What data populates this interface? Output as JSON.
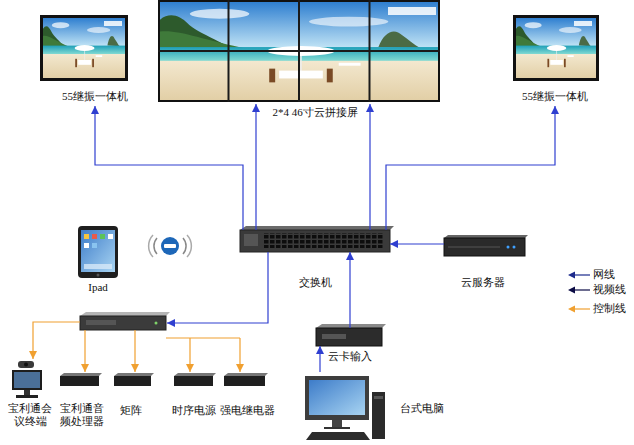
{
  "diagram": {
    "nodes": [
      {
        "text": [
          "55继振一体机"
        ]
      },
      {
        "text": [
          "2*4 46寸云拼接屏"
        ]
      },
      {
        "text": [
          "55继振一体机"
        ]
      },
      {
        "text": [
          "Ipad"
        ]
      },
      {
        "text": [
          "交换机"
        ]
      },
      {
        "text": [
          "云服务器"
        ]
      },
      {
        "text": [
          "云卡输入"
        ]
      },
      {
        "text": [
          "宝利通会议终端"
        ]
      },
      {
        "text": [
          "宝利通音频处理器"
        ]
      },
      {
        "text": [
          "矩阵"
        ]
      },
      {
        "text": [
          "时序电源"
        ]
      },
      {
        "text": [
          "强电继电器"
        ]
      },
      {
        "text": [
          "台式电脑"
        ]
      }
    ],
    "edges": [
      {
        "from": 4,
        "to": 0,
        "arrow": "to"
      },
      {
        "from": 4,
        "to": 1,
        "arrow": "to"
      },
      {
        "from": 4,
        "to": 1,
        "arrow": "to"
      },
      {
        "from": 4,
        "to": 2,
        "arrow": "to"
      },
      {
        "from": 5,
        "to": 4,
        "arrow": "to"
      },
      {
        "from": 6,
        "to": 4,
        "arrow": "to"
      },
      {
        "from": 12,
        "to": 6,
        "arrow": "to"
      }
    ],
    "legend": [
      {
        "text": "网线"
      },
      {
        "text": "视频线"
      },
      {
        "text": "控制线"
      }
    ]
  }
}
